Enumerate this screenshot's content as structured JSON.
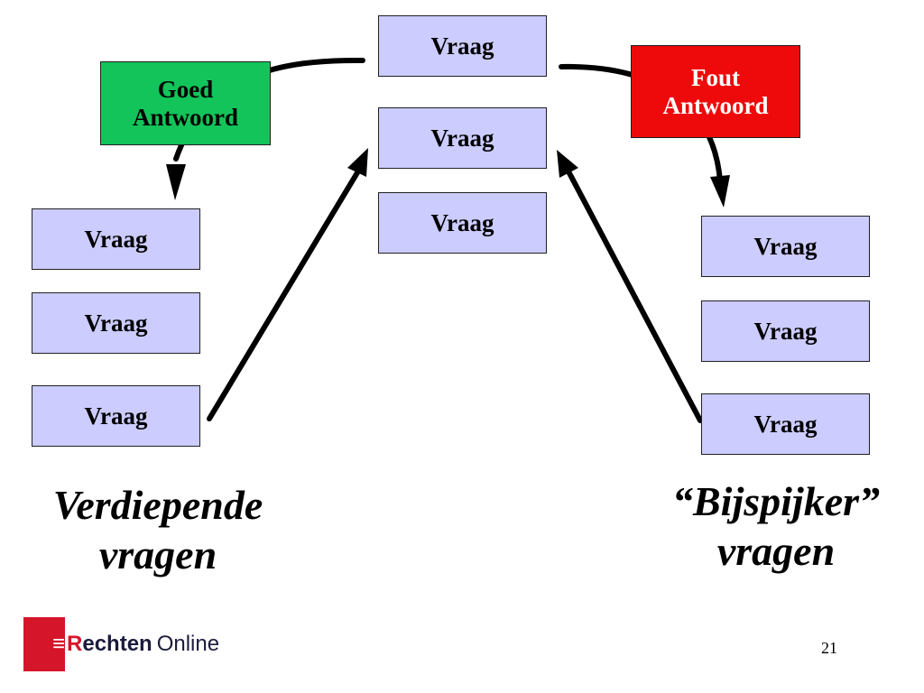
{
  "slide": {
    "question_label": "Vraag",
    "good_answer": {
      "line1": "Goed",
      "line2": "Antwoord",
      "color": "#12c45a"
    },
    "wrong_answer": {
      "line1": "Fout",
      "line2": "Antwoord",
      "color": "#ee0a0a"
    },
    "question_box_color": "#ccccff",
    "caption_left": {
      "line1": "Verdiepende",
      "line2": "vragen"
    },
    "caption_right": {
      "line1": "“Bijspijker”",
      "line2": "vragen"
    },
    "page_number": "21"
  },
  "logo": {
    "mark": "≡",
    "r": "R",
    "rest": "echten",
    "online": "Online",
    "mark_color": "#d5152a"
  }
}
